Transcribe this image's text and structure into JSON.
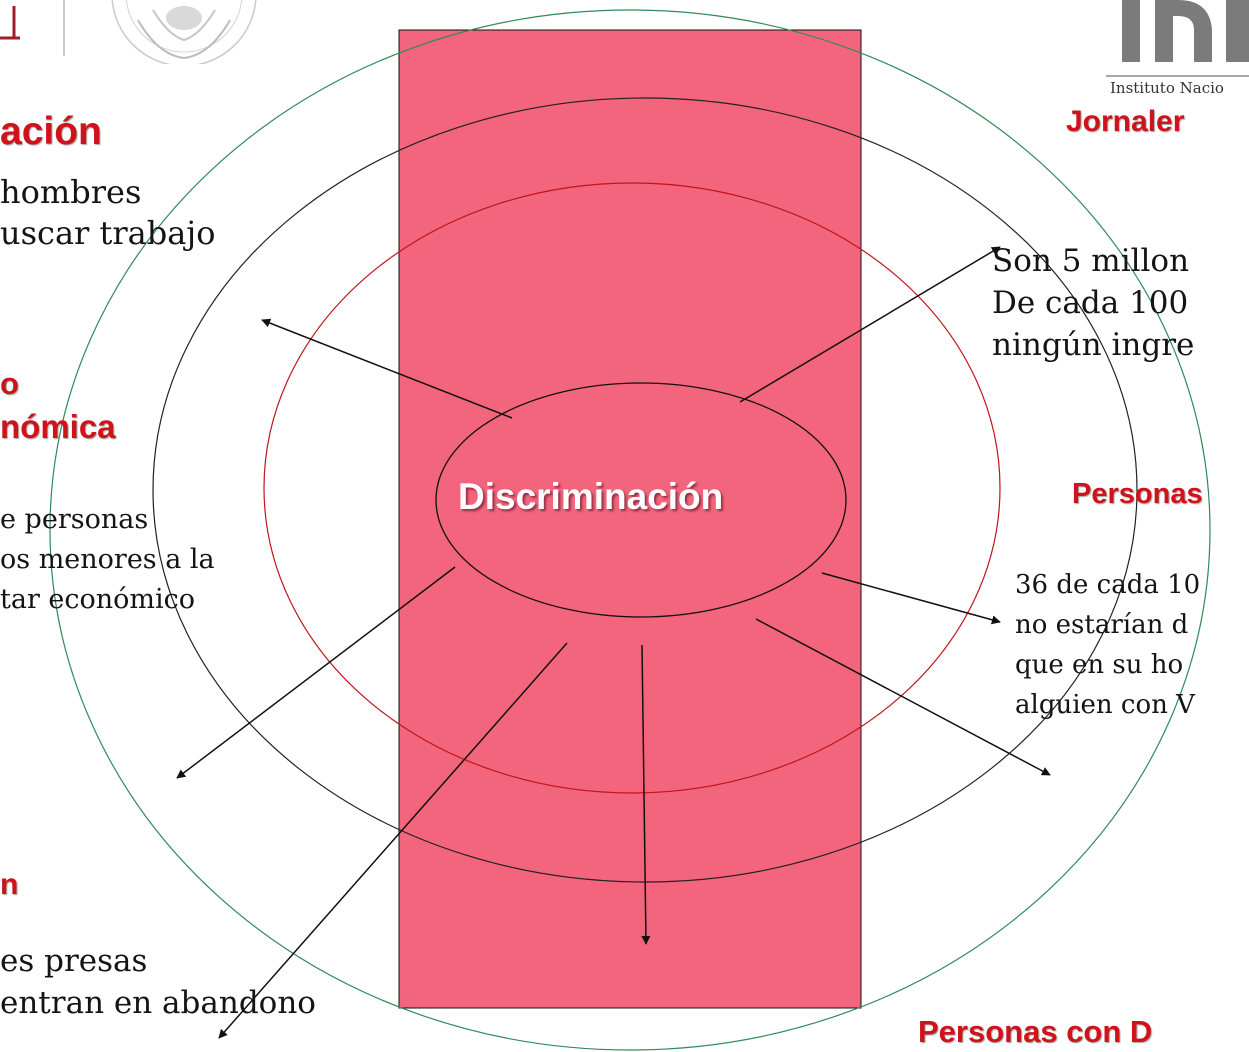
{
  "colors": {
    "band_fill": "#f2657c",
    "outer_ring": "#2e8b57",
    "middle_ring": "#222222",
    "inner_ring": "#c0151c",
    "heading_red": "#d0121b"
  },
  "center": {
    "label": "Discriminación"
  },
  "left": {
    "section1": {
      "heading": "ación",
      "lines": [
        "hombres",
        "uscar trabajo"
      ]
    },
    "section2": {
      "heading_line1": "o",
      "heading_line2": "nómica",
      "lines": [
        "e personas",
        "os menores a la",
        "tar económico"
      ]
    },
    "section3": {
      "heading": "n",
      "lines": [
        "es presas",
        "entran en abandono"
      ]
    }
  },
  "right": {
    "logo_subtitle": "Instituto Nacio",
    "section1": {
      "heading": "Jornaler",
      "lines": [
        "Son 5 millon",
        "De cada 100",
        "ningún ingre"
      ]
    },
    "section2": {
      "heading": "Personas",
      "lines": [
        "36 de cada 10",
        "no estarían d",
        "que en su ho",
        "alguien con V"
      ]
    },
    "section3": {
      "heading": "Personas con D"
    }
  },
  "icons": {
    "left_logo": "institution-logo-fragment",
    "seal": "mexican-coat-of-arms-seal",
    "right_logo": "inmujeres-logo-fragment"
  }
}
